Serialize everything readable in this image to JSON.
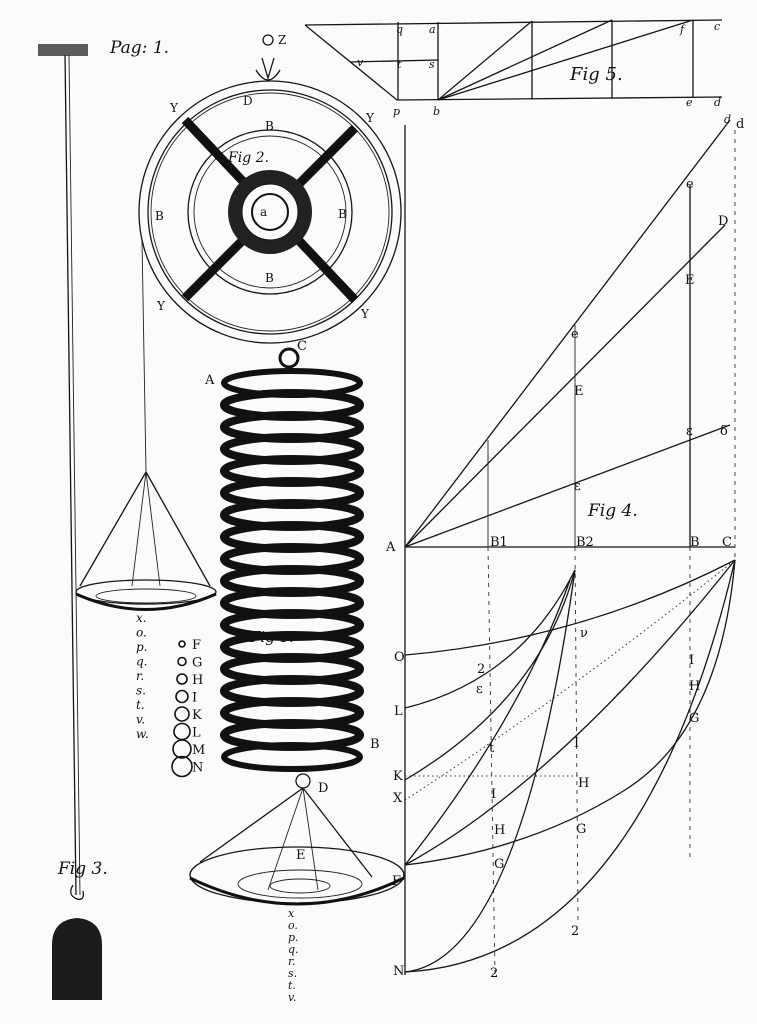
{
  "plate": {
    "page_label": "Pag: 1.",
    "colors": {
      "ink": "#151515",
      "paper": "#fbfbfa"
    },
    "figures": {
      "fig1": {
        "title": "Fig 1.",
        "labels": [
          "A",
          "C",
          "B",
          "D",
          "E"
        ]
      },
      "fig2": {
        "title": "Fig 2.",
        "labels": [
          "Z",
          "D",
          "Y",
          "Y",
          "B",
          "B",
          "B",
          "B",
          "Y",
          "Y",
          "a"
        ]
      },
      "fig3": {
        "title": "Fig 3."
      },
      "fig4": {
        "title": "Fig 4.",
        "labels": [
          "d",
          "e",
          "D",
          "E",
          "e",
          "E",
          "ε",
          "ε",
          "δ",
          "A",
          "B1",
          "B2",
          "B",
          "C",
          "O",
          "L",
          "K",
          "X",
          "F",
          "N",
          "I",
          "H",
          "G",
          "I",
          "H",
          "G",
          "I",
          "H",
          "G",
          "2",
          "ν",
          "ε",
          "t",
          "2",
          "2"
        ]
      },
      "fig5": {
        "title": "Fig 5.",
        "labels": [
          "q",
          "a",
          "f",
          "c",
          "v",
          "t",
          "s",
          "p",
          "b",
          "e",
          "d",
          "d"
        ]
      }
    },
    "weights_small": {
      "letters": [
        "x.",
        "o.",
        "p.",
        "q.",
        "r.",
        "s.",
        "t.",
        "v.",
        "w."
      ],
      "circles": [
        "F",
        "G",
        "H",
        "I",
        "K",
        "L",
        "M",
        "N"
      ]
    },
    "weights_large": {
      "letters": [
        "x",
        "o.",
        "p.",
        "q.",
        "r.",
        "s.",
        "t.",
        "v."
      ]
    }
  }
}
